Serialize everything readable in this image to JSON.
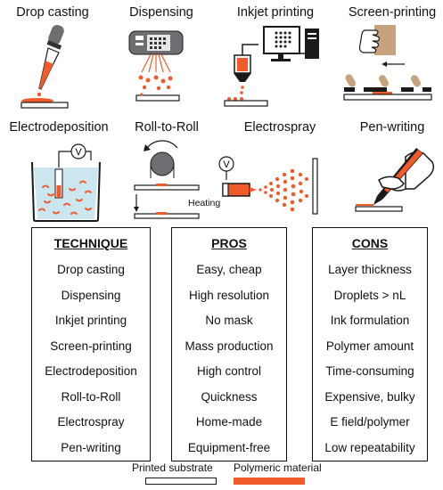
{
  "methods_top": [
    "Drop casting",
    "Dispensing",
    "Inkjet printing",
    "Screen-printing"
  ],
  "methods_bottom": [
    "Electrodeposition",
    "Roll-to-Roll",
    "Electrospray",
    "Pen-writing"
  ],
  "voltage_symbol": "V",
  "heating_label": "Heating",
  "table": {
    "technique": {
      "header": "TECHNIQUE",
      "rows": [
        "Drop casting",
        "Dispensing",
        "Inkjet printing",
        "Screen-printing",
        "Electrodeposition",
        "Roll-to-Roll",
        "Electrospray",
        "Pen-writing"
      ]
    },
    "pros": {
      "header": "PROS",
      "rows": [
        "Easy, cheap",
        "High resolution",
        "No mask",
        "Mass production",
        "High control",
        "Quickness",
        "Home-made",
        "Equipment-free"
      ]
    },
    "cons": {
      "header": "CONS",
      "rows": [
        "Layer thickness",
        "Droplets > nL",
        "Ink formulation",
        "Polymer amount",
        "Time-consuming",
        "Expensive, bulky",
        "E field/polymer",
        "Low repeatability"
      ]
    }
  },
  "legend": {
    "substrate": "Printed substrate",
    "polymer": "Polymeric material"
  },
  "colors": {
    "polymer": "#f15a29",
    "outline": "#1a1a1a",
    "grey": "#6d6e71",
    "light_blue": "#c7e3ee",
    "tan": "#c8a27c"
  }
}
